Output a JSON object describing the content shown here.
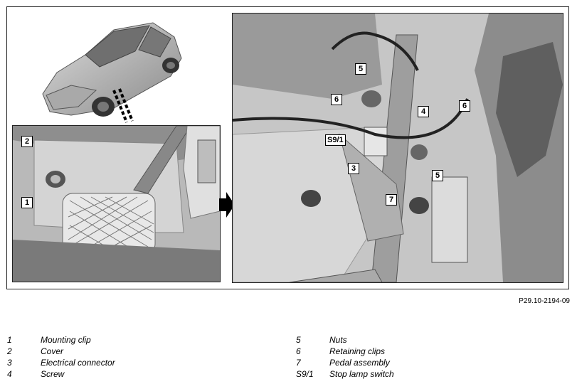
{
  "figure": {
    "id": "P29.10-2194-09",
    "left_callouts": [
      "1",
      "2"
    ],
    "right_callouts": [
      "5",
      "6",
      "6",
      "4",
      "S9/1",
      "3",
      "5",
      "7"
    ]
  },
  "legend": {
    "left": [
      {
        "num": "1",
        "text": "Mounting clip"
      },
      {
        "num": "2",
        "text": "Cover"
      },
      {
        "num": "3",
        "text": "Electrical connector"
      },
      {
        "num": "4",
        "text": "Screw"
      }
    ],
    "right": [
      {
        "num": "5",
        "text": "Nuts"
      },
      {
        "num": "6",
        "text": "Retaining clips"
      },
      {
        "num": "7",
        "text": "Pedal assembly"
      },
      {
        "num": "S9/1",
        "text": "Stop lamp switch"
      }
    ]
  }
}
